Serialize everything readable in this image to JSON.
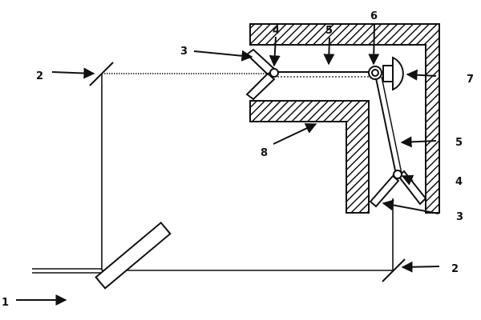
{
  "labels": {
    "l1": "1",
    "l2_left": "2",
    "l2_right": "2",
    "l3_top": "3",
    "l3_bottom": "3",
    "l4_top": "4",
    "l4_right": "4",
    "l5_top": "5",
    "l5_right": "5",
    "l6": "6",
    "l7": "7",
    "l8": "8"
  },
  "colors": {
    "ink": "#111111",
    "paper": "#ffffff"
  }
}
